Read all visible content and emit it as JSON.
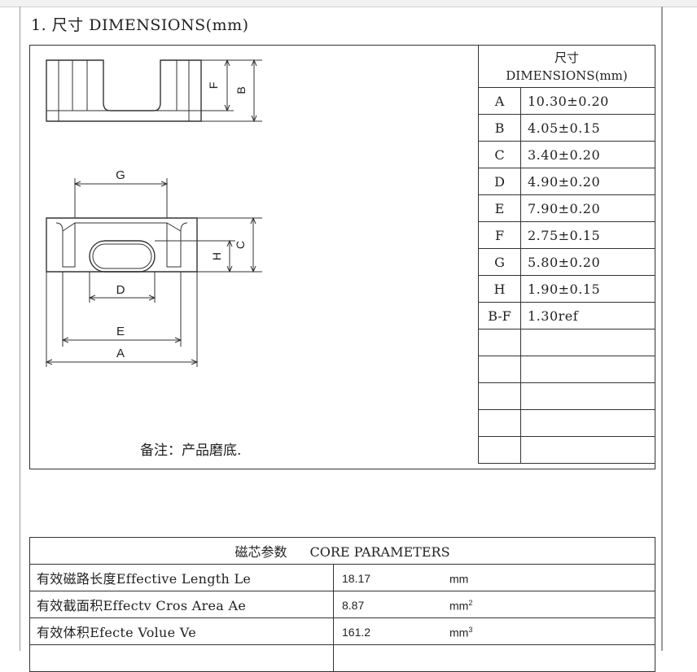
{
  "section": {
    "title": "1. 尺寸 DIMENSIONS(mm)"
  },
  "drawing": {
    "labels": {
      "F": "F",
      "B": "B",
      "G": "G",
      "H": "H",
      "C": "C",
      "D": "D",
      "E": "E",
      "A": "A"
    },
    "note": "备注：产品磨底."
  },
  "dim_table": {
    "header_line1": "尺寸",
    "header_line2": "DIMENSIONS(mm)",
    "rows": [
      {
        "label": "A",
        "value": "10.30±0.20"
      },
      {
        "label": "B",
        "value": "4.05±0.15"
      },
      {
        "label": "C",
        "value": "3.40±0.20"
      },
      {
        "label": "D",
        "value": "4.90±0.20"
      },
      {
        "label": "E",
        "value": "7.90±0.20"
      },
      {
        "label": "F",
        "value": "2.75±0.15"
      },
      {
        "label": "G",
        "value": "5.80±0.20"
      },
      {
        "label": "H",
        "value": "1.90±0.15"
      },
      {
        "label": "B-F",
        "value": "1.30ref"
      },
      {
        "label": "",
        "value": ""
      },
      {
        "label": "",
        "value": ""
      },
      {
        "label": "",
        "value": ""
      },
      {
        "label": "",
        "value": ""
      },
      {
        "label": "",
        "value": ""
      }
    ]
  },
  "core_params": {
    "title_cn": "磁芯参数",
    "title_en": "CORE PARAMETERS",
    "rows": [
      {
        "name": "有效磁路长度Effective Length  Le",
        "value": "18.17",
        "unit": "mm",
        "sup": ""
      },
      {
        "name": "有效截面积Effectv Cros Area Ae",
        "value": "8.87",
        "unit": "mm",
        "sup": "2"
      },
      {
        "name": "有效体积Efecte Volue Ve",
        "value": "161.2",
        "unit": "mm",
        "sup": "3"
      },
      {
        "name": "",
        "value": "",
        "unit": "",
        "sup": ""
      }
    ]
  }
}
